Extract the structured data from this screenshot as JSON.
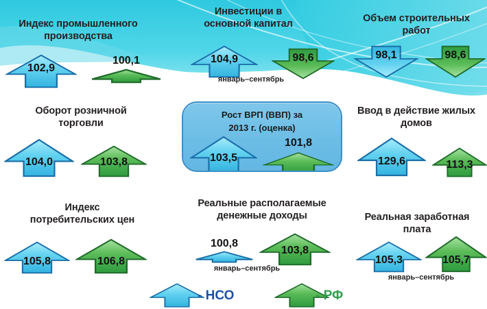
{
  "infographic": {
    "legend": {
      "nso": {
        "label": "- НСО",
        "color": "#1f4fa5",
        "arrow": "up-arrow-blue"
      },
      "rf": {
        "label": "- РФ",
        "color": "#2f9e4f",
        "arrow": "up-arrow-green"
      }
    },
    "center": {
      "title": "Рост ВРП (ВВП) за\n2013 г. (оценка)",
      "nso": {
        "value": "103,5",
        "direction": "up"
      },
      "rf": {
        "value": "101,8",
        "direction": "up"
      }
    },
    "blocks": [
      {
        "id": "industrial-production",
        "title": "Индекс промышленного\nпроизводства",
        "note": "",
        "nso": {
          "value": "102,9",
          "direction": "up"
        },
        "rf": {
          "value": "100,1",
          "direction": "up"
        }
      },
      {
        "id": "fixed-capital-investment",
        "title": "Инвестиции в\nосновной капитал",
        "note": "январь–сентябрь",
        "nso": {
          "value": "104,9",
          "direction": "up"
        },
        "rf": {
          "value": "98,6",
          "direction": "down"
        }
      },
      {
        "id": "construction-volume",
        "title": "Объем строительных\nработ",
        "note": "",
        "nso": {
          "value": "98,1",
          "direction": "down"
        },
        "rf": {
          "value": "98,6",
          "direction": "down"
        }
      },
      {
        "id": "retail-turnover",
        "title": "Оборот розничной\nторговли",
        "note": "",
        "nso": {
          "value": "104,0",
          "direction": "up"
        },
        "rf": {
          "value": "103,8",
          "direction": "up"
        }
      },
      {
        "id": "housing-commissioning",
        "title": "Ввод в действие жилых\nдомов",
        "note": "",
        "nso": {
          "value": "129,6",
          "direction": "up"
        },
        "rf": {
          "value": "113,3",
          "direction": "up"
        }
      },
      {
        "id": "consumer-price-index",
        "title": "Индекс\nпотребительских цен",
        "note": "",
        "nso": {
          "value": "105,8",
          "direction": "up"
        },
        "rf": {
          "value": "106,8",
          "direction": "up"
        }
      },
      {
        "id": "real-disposable-income",
        "title": "Реальные  располагаемые\nденежные доходы",
        "note": "январь–сентябрь",
        "nso": {
          "value": "100,8",
          "direction": "up"
        },
        "rf": {
          "value": "103,8",
          "direction": "up"
        }
      },
      {
        "id": "real-wages",
        "title": "Реальная заработная\nплата",
        "note": "январь–сентябрь",
        "nso": {
          "value": "105,3",
          "direction": "up"
        },
        "rf": {
          "value": "105,7",
          "direction": "up"
        }
      }
    ],
    "colors": {
      "blue_light": "#8ee0f5",
      "blue_mid": "#4fc4e8",
      "blue_edge": "#1a6fa8",
      "green_light": "#8fd98f",
      "green_mid": "#4db24d",
      "green_edge": "#1f6b2a",
      "background_cyan": "#3ecfe3",
      "box_fill": "#74c2e8",
      "box_border": "#3f8fc4"
    }
  }
}
